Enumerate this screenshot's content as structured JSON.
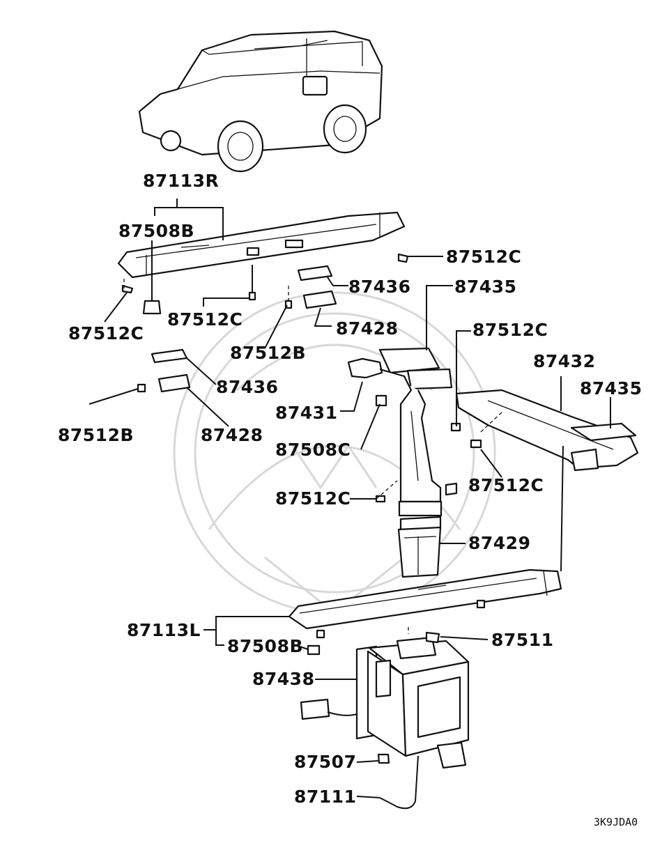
{
  "labels": {
    "l_87113R": "87113R",
    "l_87508B_top": "87508B",
    "l_87512C_top_right": "87512C",
    "l_87436_right": "87436",
    "l_87435_top": "87435",
    "l_87512C_left": "87512C",
    "l_87512C_mid": "87512C",
    "l_87428_right": "87428",
    "l_87512B_mid": "87512B",
    "l_87512C_duct": "87512C",
    "l_87432": "87432",
    "l_87436_left": "87436",
    "l_87435_right": "87435",
    "l_87431": "87431",
    "l_87512B_left": "87512B",
    "l_87428_left": "87428",
    "l_87508C": "87508C",
    "l_87512C_right": "87512C",
    "l_87512C_lower": "87512C",
    "l_87429": "87429",
    "l_87113L": "87113L",
    "l_87508B_bottom": "87508B",
    "l_87511": "87511",
    "l_87438": "87438",
    "l_87507": "87507",
    "l_87111": "87111"
  },
  "diagram_code": "3K9JDA0",
  "icons": {
    "vehicle": "vehicle-outline-icon",
    "screw": "screw-icon",
    "clip": "clip-icon",
    "heater_unit": "heater-unit-icon"
  }
}
